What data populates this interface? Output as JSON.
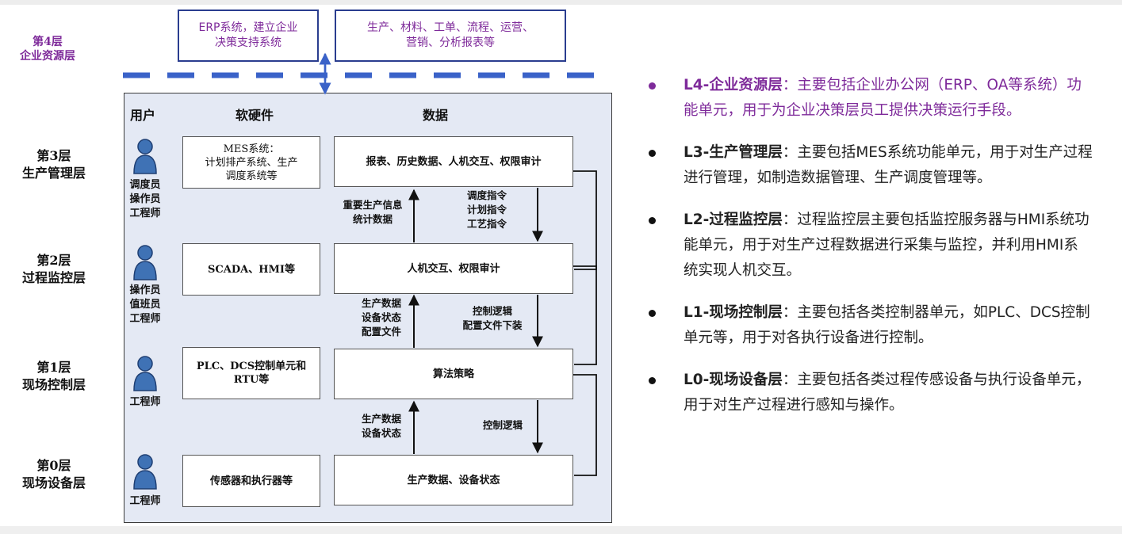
{
  "layer4": {
    "label": "第4层\n企业资源层",
    "box1": "ERP系统，建立企业\n决策支持系统",
    "box2": "生产、材料、工单、流程、运营、\n营销、分析报表等"
  },
  "columns": {
    "user": "用户",
    "software": "软硬件",
    "data": "数据"
  },
  "layers": [
    {
      "label": "第3层\n生产管理层",
      "roles": "调度员\n操作员\n工程师",
      "software": "MES系统：\n计划排产系统、生产\n调度系统等",
      "data": "报表、历史数据、人机交互、权限审计"
    },
    {
      "label": "第2层\n过程监控层",
      "roles": "操作员\n值班员\n工程师",
      "software": "SCADA、HMI等",
      "data": "人机交互、权限审计"
    },
    {
      "label": "第1层\n现场控制层",
      "roles": "工程师",
      "software": "PLC、DCS控制单元和\nRTU等",
      "data": "算法策略"
    },
    {
      "label": "第0层\n现场设备层",
      "roles": "工程师",
      "software": "传感器和执行器等",
      "data": "生产数据、设备状态"
    }
  ],
  "flows": {
    "up_3": "重要生产信息\n统计数据",
    "down_3": "调度指令\n计划指令\n工艺指令",
    "up_2": "生产数据\n设备状态\n配置文件",
    "down_2": "控制逻辑\n配置文件下装",
    "up_1": "生产数据\n设备状态",
    "down_1": "控制逻辑"
  },
  "bullets": [
    {
      "head": "L4-企业资源层",
      "text": "：主要包括企业办公网（ERP、OA等系统）功能单元，用于为企业决策层员工提供决策运行手段。",
      "highlight": true
    },
    {
      "head": "L3-生产管理层",
      "text": "：主要包括MES系统功能单元，用于对生产过程进行管理，如制造数据管理、生产调度管理等。",
      "highlight": false
    },
    {
      "head": "L2-过程监控层",
      "text": "：过程监控层主要包括监控服务器与HMI系统功能单元，用于对生产过程数据进行采集与监控，并利用HMI系统实现人机交互。",
      "highlight": false
    },
    {
      "head": "L1-现场控制层",
      "text": "：主要包括各类控制器单元，如PLC、DCS控制单元等，用于对各执行设备进行控制。",
      "highlight": false
    },
    {
      "head": "L0-现场设备层",
      "text": "：主要包括各类过程传感设备与执行设备单元，用于对生产过程进行感知与操作。",
      "highlight": false
    }
  ],
  "colors": {
    "accent": "#7e2a9a",
    "dash_line": "#3a62c8",
    "box_border": "#2a3d8f",
    "panel_bg": "#e4e9f4"
  }
}
